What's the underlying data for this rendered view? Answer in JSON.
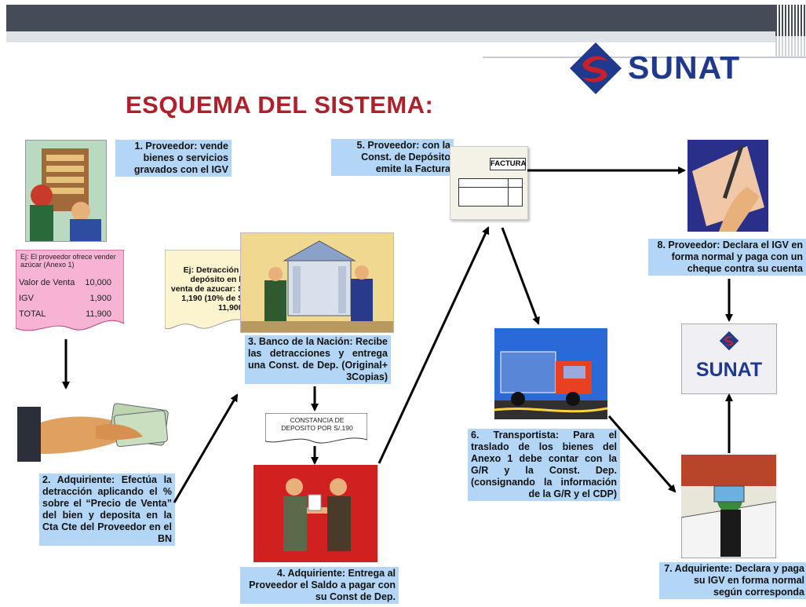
{
  "title": "ESQUEMA DEL SISTEMA:",
  "logo_text": "SUNAT",
  "steps": [
    {
      "text": "1. Proveedor: vende bienes o servicios gravados con el IGV"
    },
    {
      "text": "2. Adquiriente: Efectúa la detracción aplicando el % sobre el “Precio de Venta” del bien y deposita en la Cta Cte del Proveedor en el BN"
    },
    {
      "text": "3. Banco de la Nación: Recibe las detracciones y entrega una Const. de Dep. (Original+ 3Copias)"
    },
    {
      "text": "4. Adquiriente: Entrega al Proveedor el Saldo a pagar con su Const de Dep."
    },
    {
      "text": "5. Proveedor: con la Const. de Depósito emite la Factura"
    },
    {
      "text": "6. Transportista: Para el traslado de los bienes del Anexo 1 debe contar con la G/R y la Const. Dep. (consignando la información de la G/R y el CDP)"
    },
    {
      "text": "7. Adquiriente: Declara y paga su IGV en forma normal según corresponda"
    },
    {
      "text": "8. Proveedor: Declara el IGV en forma normal y paga con un cheque contra su cuenta"
    }
  ],
  "example_invoice": {
    "heading": "Ej: El proveedor ofrece vender azúcar (Anexo 1)",
    "rows": [
      {
        "label": "Valor de Venta",
        "value": "10,000"
      },
      {
        "label": "IGV",
        "value": "1,900"
      },
      {
        "label": "TOTAL",
        "value": "11,900"
      }
    ]
  },
  "example_detraccion": "Ej: Detracción y depósito en la venta de azucar: S/ 1,190 (10% de S/ 11,900)",
  "constancia_doc": "CONSTANCIA DE DEPOSITO POR S/.190",
  "factura_doc": "FACTURA",
  "colors": {
    "title": "#b0202a",
    "label_bg": "#b3d6f6",
    "logo_blue": "#1f3a8c",
    "logo_red": "#c8202a",
    "invoice_pink": "#f7b3d3"
  }
}
